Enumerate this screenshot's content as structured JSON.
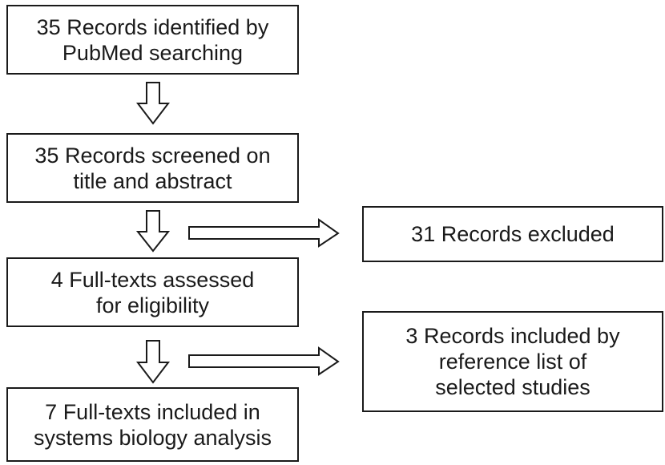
{
  "flowchart": {
    "steps": [
      {
        "text": "35 Records identified by\nPubMed searching"
      },
      {
        "text": "35 Records screened on\ntitle and abstract"
      },
      {
        "text": "4 Full-texts assessed\nfor eligibility"
      },
      {
        "text": "7 Full-texts included in\nsystems biology analysis"
      }
    ],
    "side_boxes": [
      {
        "text": "31 Records excluded"
      },
      {
        "text": "3 Records included by\nreference list of\nselected studies"
      }
    ]
  },
  "colors": {
    "line": "#1a1a1a",
    "background": "#ffffff"
  }
}
